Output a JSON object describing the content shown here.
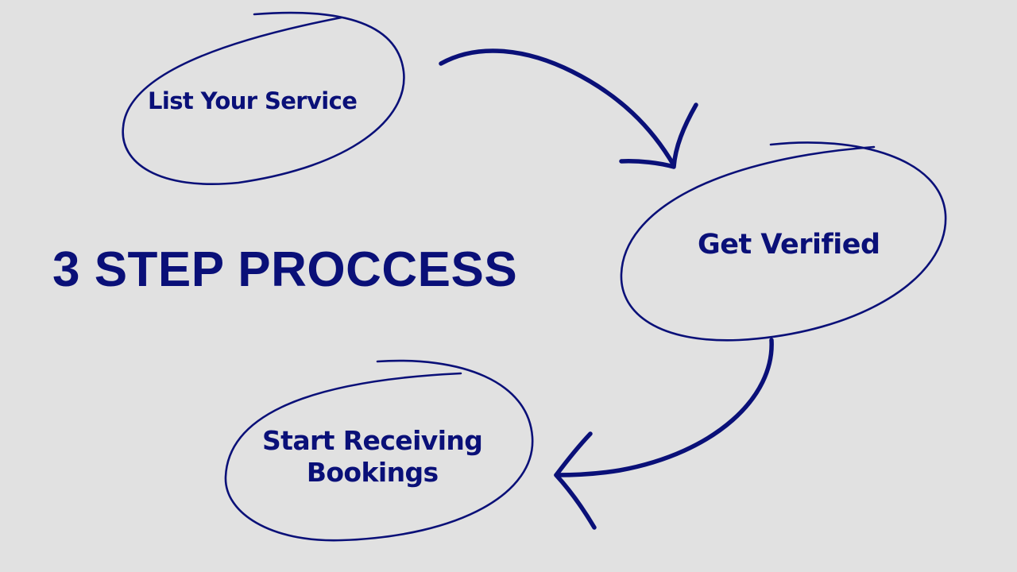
{
  "title": "3 STEP PROCCESS",
  "steps": [
    {
      "label": "List Your Service"
    },
    {
      "label": "Get Verified"
    },
    {
      "label_line1": "Start Receiving",
      "label_line2": "Bookings"
    }
  ],
  "colors": {
    "background": "#e1e1e1",
    "ink": "#0a1078"
  }
}
